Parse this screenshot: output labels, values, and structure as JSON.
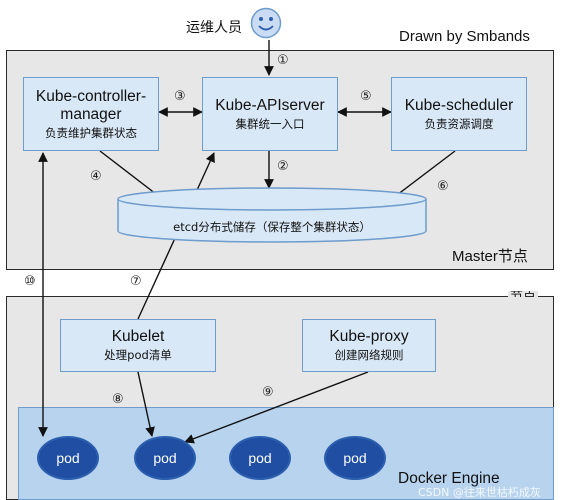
{
  "credit": "Drawn by Smbands",
  "user": {
    "label": "运维人员"
  },
  "master": {
    "label": "Master节点",
    "controller_manager": {
      "title_line1": "Kube-controller-",
      "title_line2": "manager",
      "subtitle": "负责维护集群状态"
    },
    "apiserver": {
      "title": "Kube-APIserver",
      "subtitle": "集群统一入口"
    },
    "scheduler": {
      "title": "Kube-scheduler",
      "subtitle": "负责资源调度"
    },
    "etcd": {
      "label": "etcd分布式储存（保存整个集群状态）"
    }
  },
  "node": {
    "label": "节点",
    "kubelet": {
      "title": "Kubelet",
      "subtitle": "处理pod清单"
    },
    "kube_proxy": {
      "title": "Kube-proxy",
      "subtitle": "创建网络规则"
    },
    "docker_engine": {
      "label": "Docker Engine"
    },
    "pods": [
      "pod",
      "pod",
      "pod",
      "pod"
    ]
  },
  "steps": [
    "①",
    "②",
    "③",
    "④",
    "⑤",
    "⑥",
    "⑦",
    "⑧",
    "⑨",
    "⑩"
  ],
  "watermark": "CSDN @往来世枯朽成灰"
}
